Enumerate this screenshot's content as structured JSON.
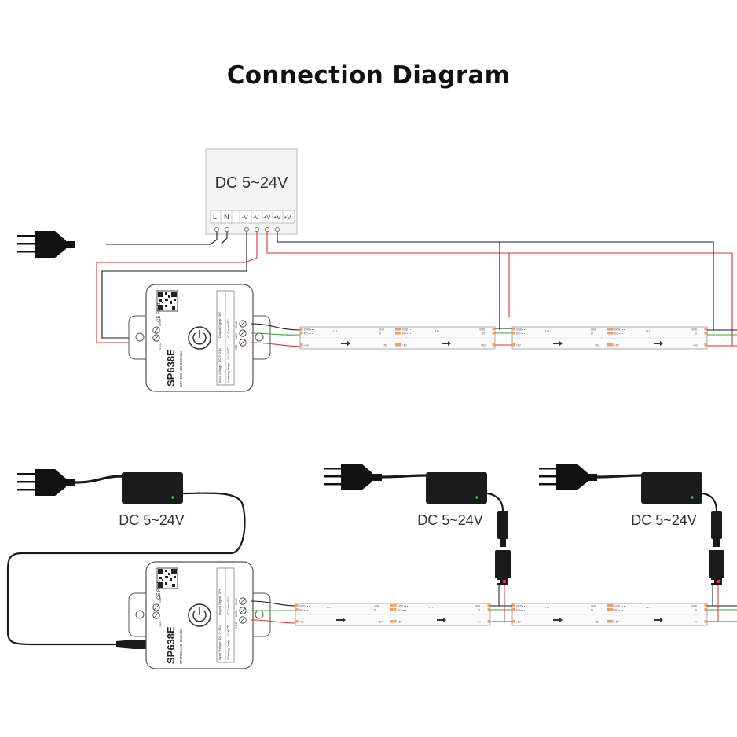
{
  "title": "Connection Diagram",
  "power_supply": {
    "voltage_label": "DC 5~24V",
    "terminals": [
      "L",
      "N",
      "-V",
      "-V",
      "+V",
      "+V",
      "+V"
    ]
  },
  "adapters": [
    {
      "voltage_label": "DC 5~24V"
    },
    {
      "voltage_label": "DC 5~24V"
    },
    {
      "voltage_label": "DC 5~24V"
    }
  ],
  "controller": {
    "model": "SP638E",
    "subtitle": "SPI RGB LED Controller",
    "left_terminals": [
      "GND",
      "VCC"
    ],
    "right_terminals": [
      "GND",
      "DAT",
      "VCC"
    ],
    "spec_input": "Input Voltage: DC 5~24V",
    "spec_temp": "Working Temp: -10~60℃",
    "spec_output": "Output Signal: SPI",
    "spec_ic_top": "IC Count:450",
    "spec_ic_bottom": "IC Count:500"
  },
  "strip": {
    "pad_labels": [
      "GND",
      "DO",
      "DI",
      "+5V"
    ]
  },
  "colors": {
    "wire_black": "#1a1a1a",
    "wire_red": "#e03030",
    "wire_green": "#3aa83a",
    "strip_pad": "#e8a070",
    "adapter_body": "#1c1c1c",
    "led_green": "#3fcf3f"
  }
}
